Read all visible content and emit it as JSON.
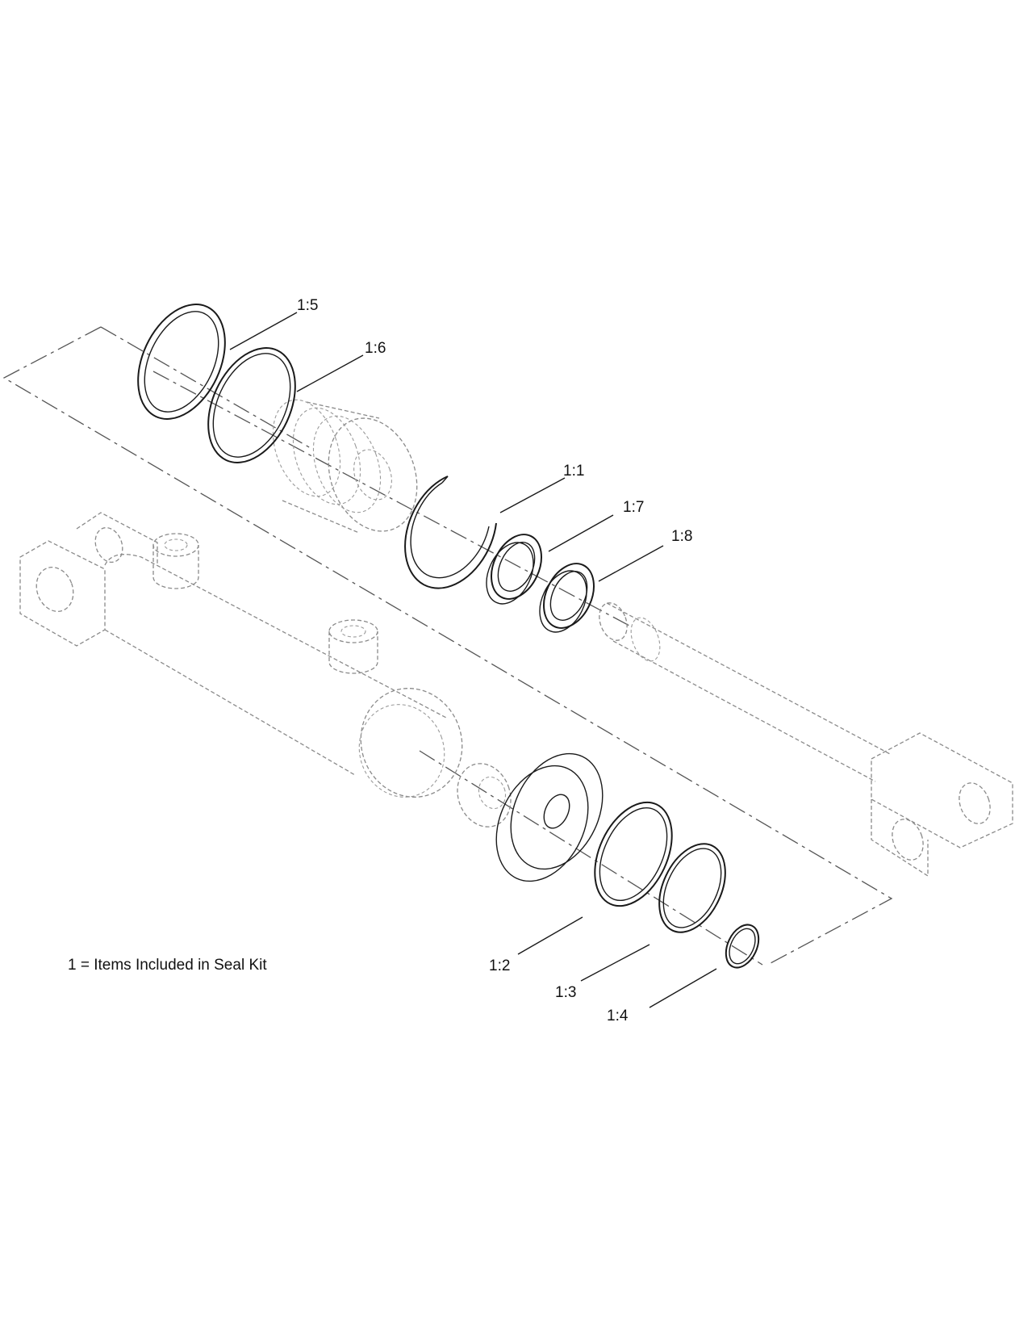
{
  "diagram": {
    "callouts": [
      {
        "id": "1:5",
        "label": "1:5"
      },
      {
        "id": "1:6",
        "label": "1:6"
      },
      {
        "id": "1:1",
        "label": "1:1"
      },
      {
        "id": "1:7",
        "label": "1:7"
      },
      {
        "id": "1:8",
        "label": "1:8"
      },
      {
        "id": "1:2",
        "label": "1:2"
      },
      {
        "id": "1:3",
        "label": "1:3"
      },
      {
        "id": "1:4",
        "label": "1:4"
      }
    ],
    "note": "1 = Items Included in Seal Kit"
  }
}
